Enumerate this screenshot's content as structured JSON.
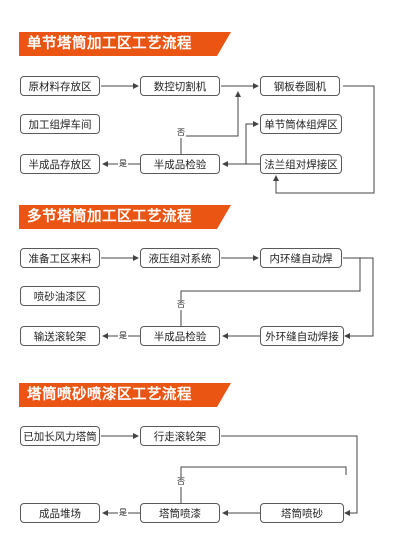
{
  "sections": [
    {
      "title": "单节塔筒加工区工艺流程",
      "boxes": {
        "raw": "原材料存放区",
        "cnc": "数控切割机",
        "roll": "钢板卷圆机",
        "workshop": "加工组焊车间",
        "assemble": "单节筒体组焊区",
        "semi_store": "半成品存放区",
        "inspect": "半成品检验",
        "flange": "法兰组对焊接区"
      },
      "labels": {
        "no": "否",
        "yes": "是"
      }
    },
    {
      "title": "多节塔筒加工区工艺流程",
      "boxes": {
        "prep": "准备工区来料",
        "hydraulic": "液压组对系统",
        "inner": "内环缝自动焊",
        "blast": "喷砂油漆区",
        "conveyor": "输送滚轮架",
        "inspect": "半成品检验",
        "outer": "外环缝自动焊接"
      },
      "labels": {
        "no": "否",
        "yes": "是"
      }
    },
    {
      "title": "塔筒喷砂喷漆区工艺流程",
      "boxes": {
        "lengthened": "已加长风力塔筒",
        "roller": "行走滚轮架",
        "stack": "成品堆场",
        "paint": "塔筒喷漆",
        "sand": "塔筒喷砂"
      },
      "labels": {
        "no": "否",
        "yes": "是"
      }
    }
  ],
  "colors": {
    "banner": "#ea5514",
    "line": "#444444",
    "box_border": "#5a5a5a"
  }
}
